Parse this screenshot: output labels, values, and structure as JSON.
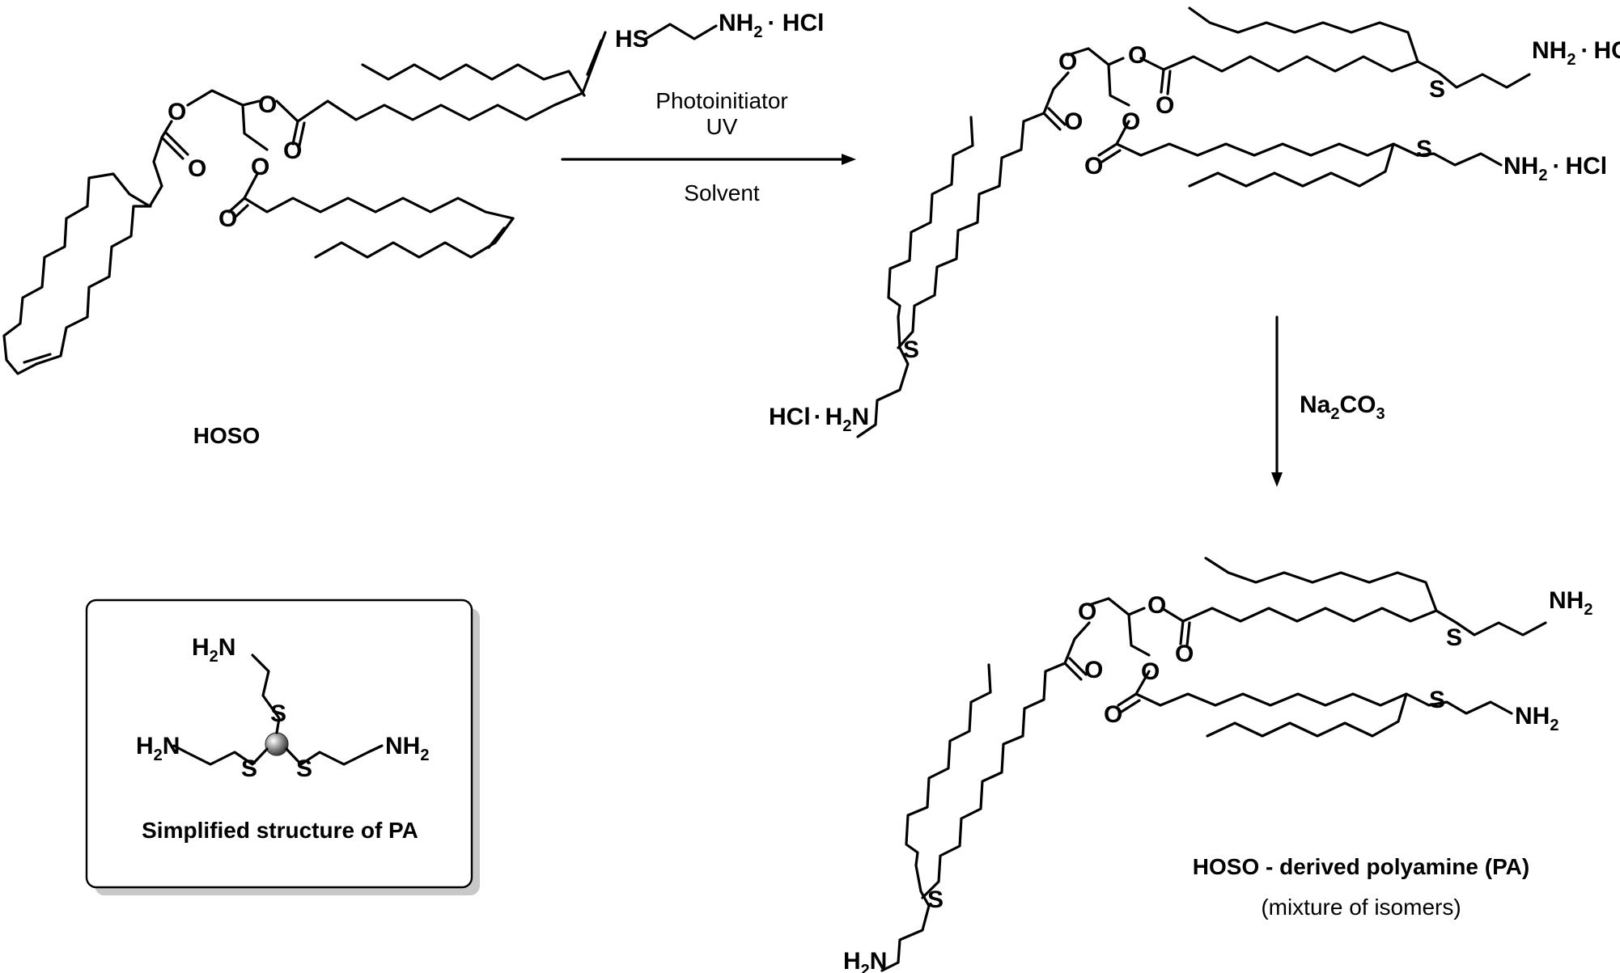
{
  "diagram": {
    "reagent_top": {
      "hs": "HS",
      "nh2": "NH",
      "sub2": "2",
      "hcl": "· HCl"
    },
    "condition_1": "Photoinitiator",
    "condition_2": "UV",
    "condition_3": "Solvent",
    "reagent_base": {
      "na": "Na",
      "sub2": "2",
      "co": "CO",
      "sub3": "3"
    },
    "label_hoso": "HOSO",
    "label_product": "HOSO - derived polyamine (PA)",
    "label_mixture": "(mixture of isomers)",
    "inset_caption": "Simplified structure of PA",
    "atoms": {
      "O": "O",
      "S": "S",
      "HCl": "HCl",
      "H": "H",
      "N": "N",
      "NH": "NH",
      "two": "2",
      "dot": "·"
    }
  }
}
